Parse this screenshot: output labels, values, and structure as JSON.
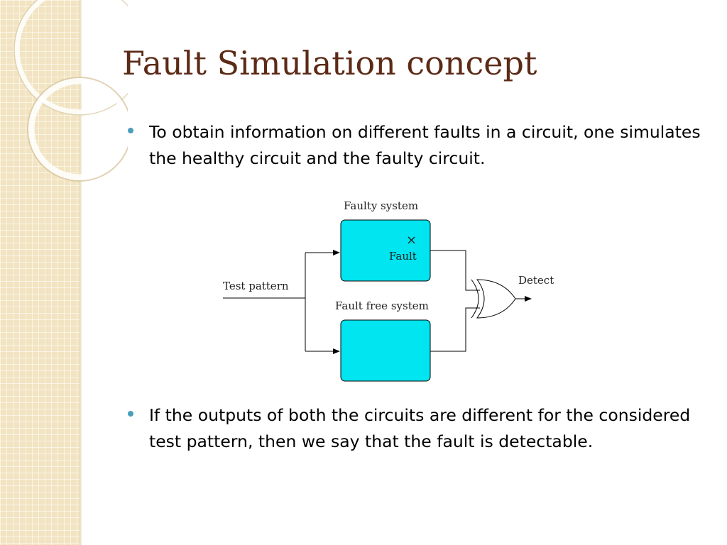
{
  "slide": {
    "title": "Fault Simulation concept",
    "bullets": [
      "To obtain information on different faults in a circuit, one simulates the healthy circuit and the faulty circuit.",
      "If the outputs of both the circuits are different for the considered test pattern, then we say that the fault is detectable."
    ]
  },
  "diagram": {
    "labels": {
      "faulty_system": "Faulty system",
      "fault": "Fault",
      "fault_marker": "×",
      "fault_free_system": "Fault free system",
      "test_pattern": "Test pattern",
      "detect": "Detect"
    },
    "box_color": "#00e5ef",
    "line_color": "#000000"
  },
  "theme": {
    "title_color": "#5c2a16",
    "bullet_color": "#4a9ebc",
    "strip_color": "#f2e4c2"
  }
}
